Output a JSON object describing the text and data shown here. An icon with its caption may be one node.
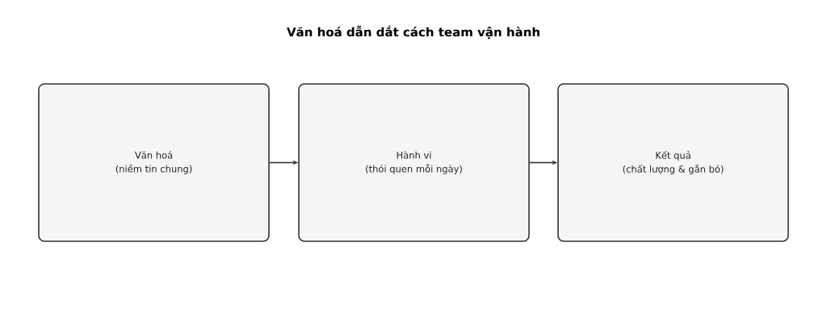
{
  "diagram": {
    "title": "Văn hoá dẫn dắt cách team vận hành",
    "nodes": [
      {
        "text": [
          "Văn hoá",
          "(niềm tin chung)"
        ]
      },
      {
        "text": [
          "Hành vi",
          "(thói quen mỗi ngày)"
        ]
      },
      {
        "text": [
          "Kết quả",
          "(chất lượng & gắn bó)"
        ]
      }
    ],
    "edges": [
      {
        "from": 0,
        "to": 1,
        "arrow": "to"
      },
      {
        "from": 1,
        "to": 2,
        "arrow": "to"
      }
    ]
  }
}
